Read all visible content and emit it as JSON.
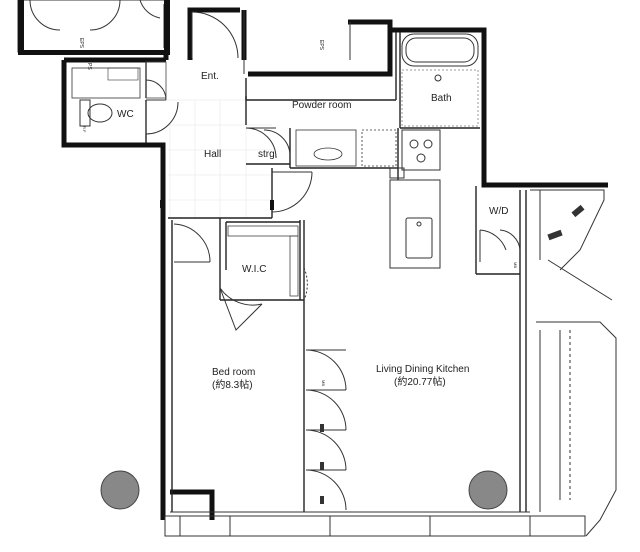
{
  "rooms": {
    "ent": "Ent.",
    "wc": "WC",
    "powder": "Powder room",
    "bath": "Bath",
    "hall": "Hall",
    "strg": "strg.",
    "wd": "W/D",
    "wic": "W.I.C",
    "bed": "Bed room",
    "bed_area": "(約8.3帖)",
    "ldk": "Living Dining Kitchen",
    "ldk_area": "(約20.77帖)"
  },
  "small_labels": {
    "eps_top_left": "EPS",
    "eps_top_center": "EPS",
    "ps": "PS",
    "rf": "R.F",
    "mb_bed": "MB",
    "mb_wd": "MB"
  }
}
